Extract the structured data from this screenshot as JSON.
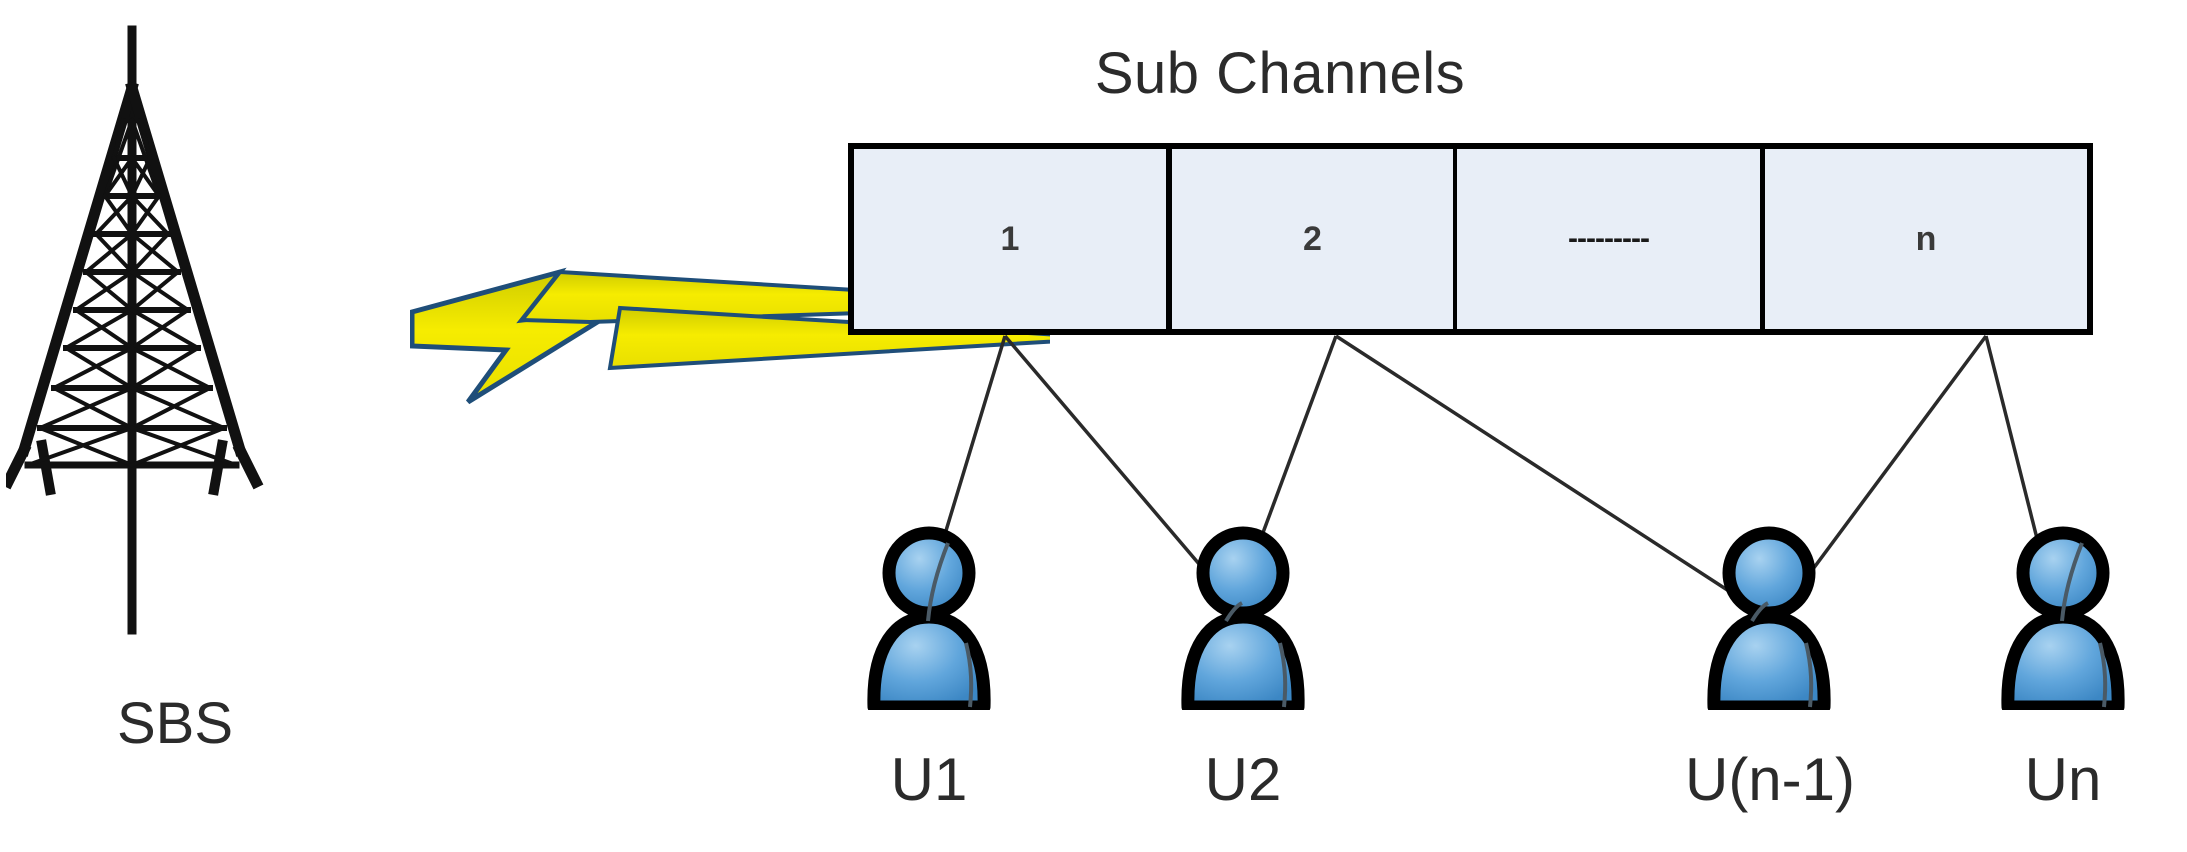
{
  "diagram": {
    "title": "Sub Channels",
    "background": "#ffffff",
    "colors": {
      "cell_fill": "#E8EEF7",
      "cell_border": "#000000",
      "bolt_fill": "#F2E500",
      "bolt_outline": "#1F4E79",
      "user_body": "#5B9BD5",
      "text": "#2b2b2b"
    }
  },
  "base_station": {
    "label": "SBS",
    "icon": "cell-tower-icon",
    "signal_icon": "lightning-bolt-icon"
  },
  "sub_channels": {
    "header": "Sub Channels",
    "cells": [
      {
        "label": "1"
      },
      {
        "label": "2"
      },
      {
        "label": "---------"
      },
      {
        "label": "n"
      }
    ]
  },
  "users": [
    {
      "label": "U1",
      "icon": "user-icon"
    },
    {
      "label": "U2",
      "icon": "user-icon"
    },
    {
      "label": "U(n-1)",
      "icon": "user-icon"
    },
    {
      "label": "Un",
      "icon": "user-icon"
    }
  ],
  "links": [
    {
      "from": "1",
      "to": "U1"
    },
    {
      "from": "1",
      "to": "U2"
    },
    {
      "from": "2",
      "to": "U2"
    },
    {
      "from": "2",
      "to": "U(n-1)"
    },
    {
      "from": "n",
      "to": "U(n-1)"
    },
    {
      "from": "n",
      "to": "Un"
    }
  ]
}
